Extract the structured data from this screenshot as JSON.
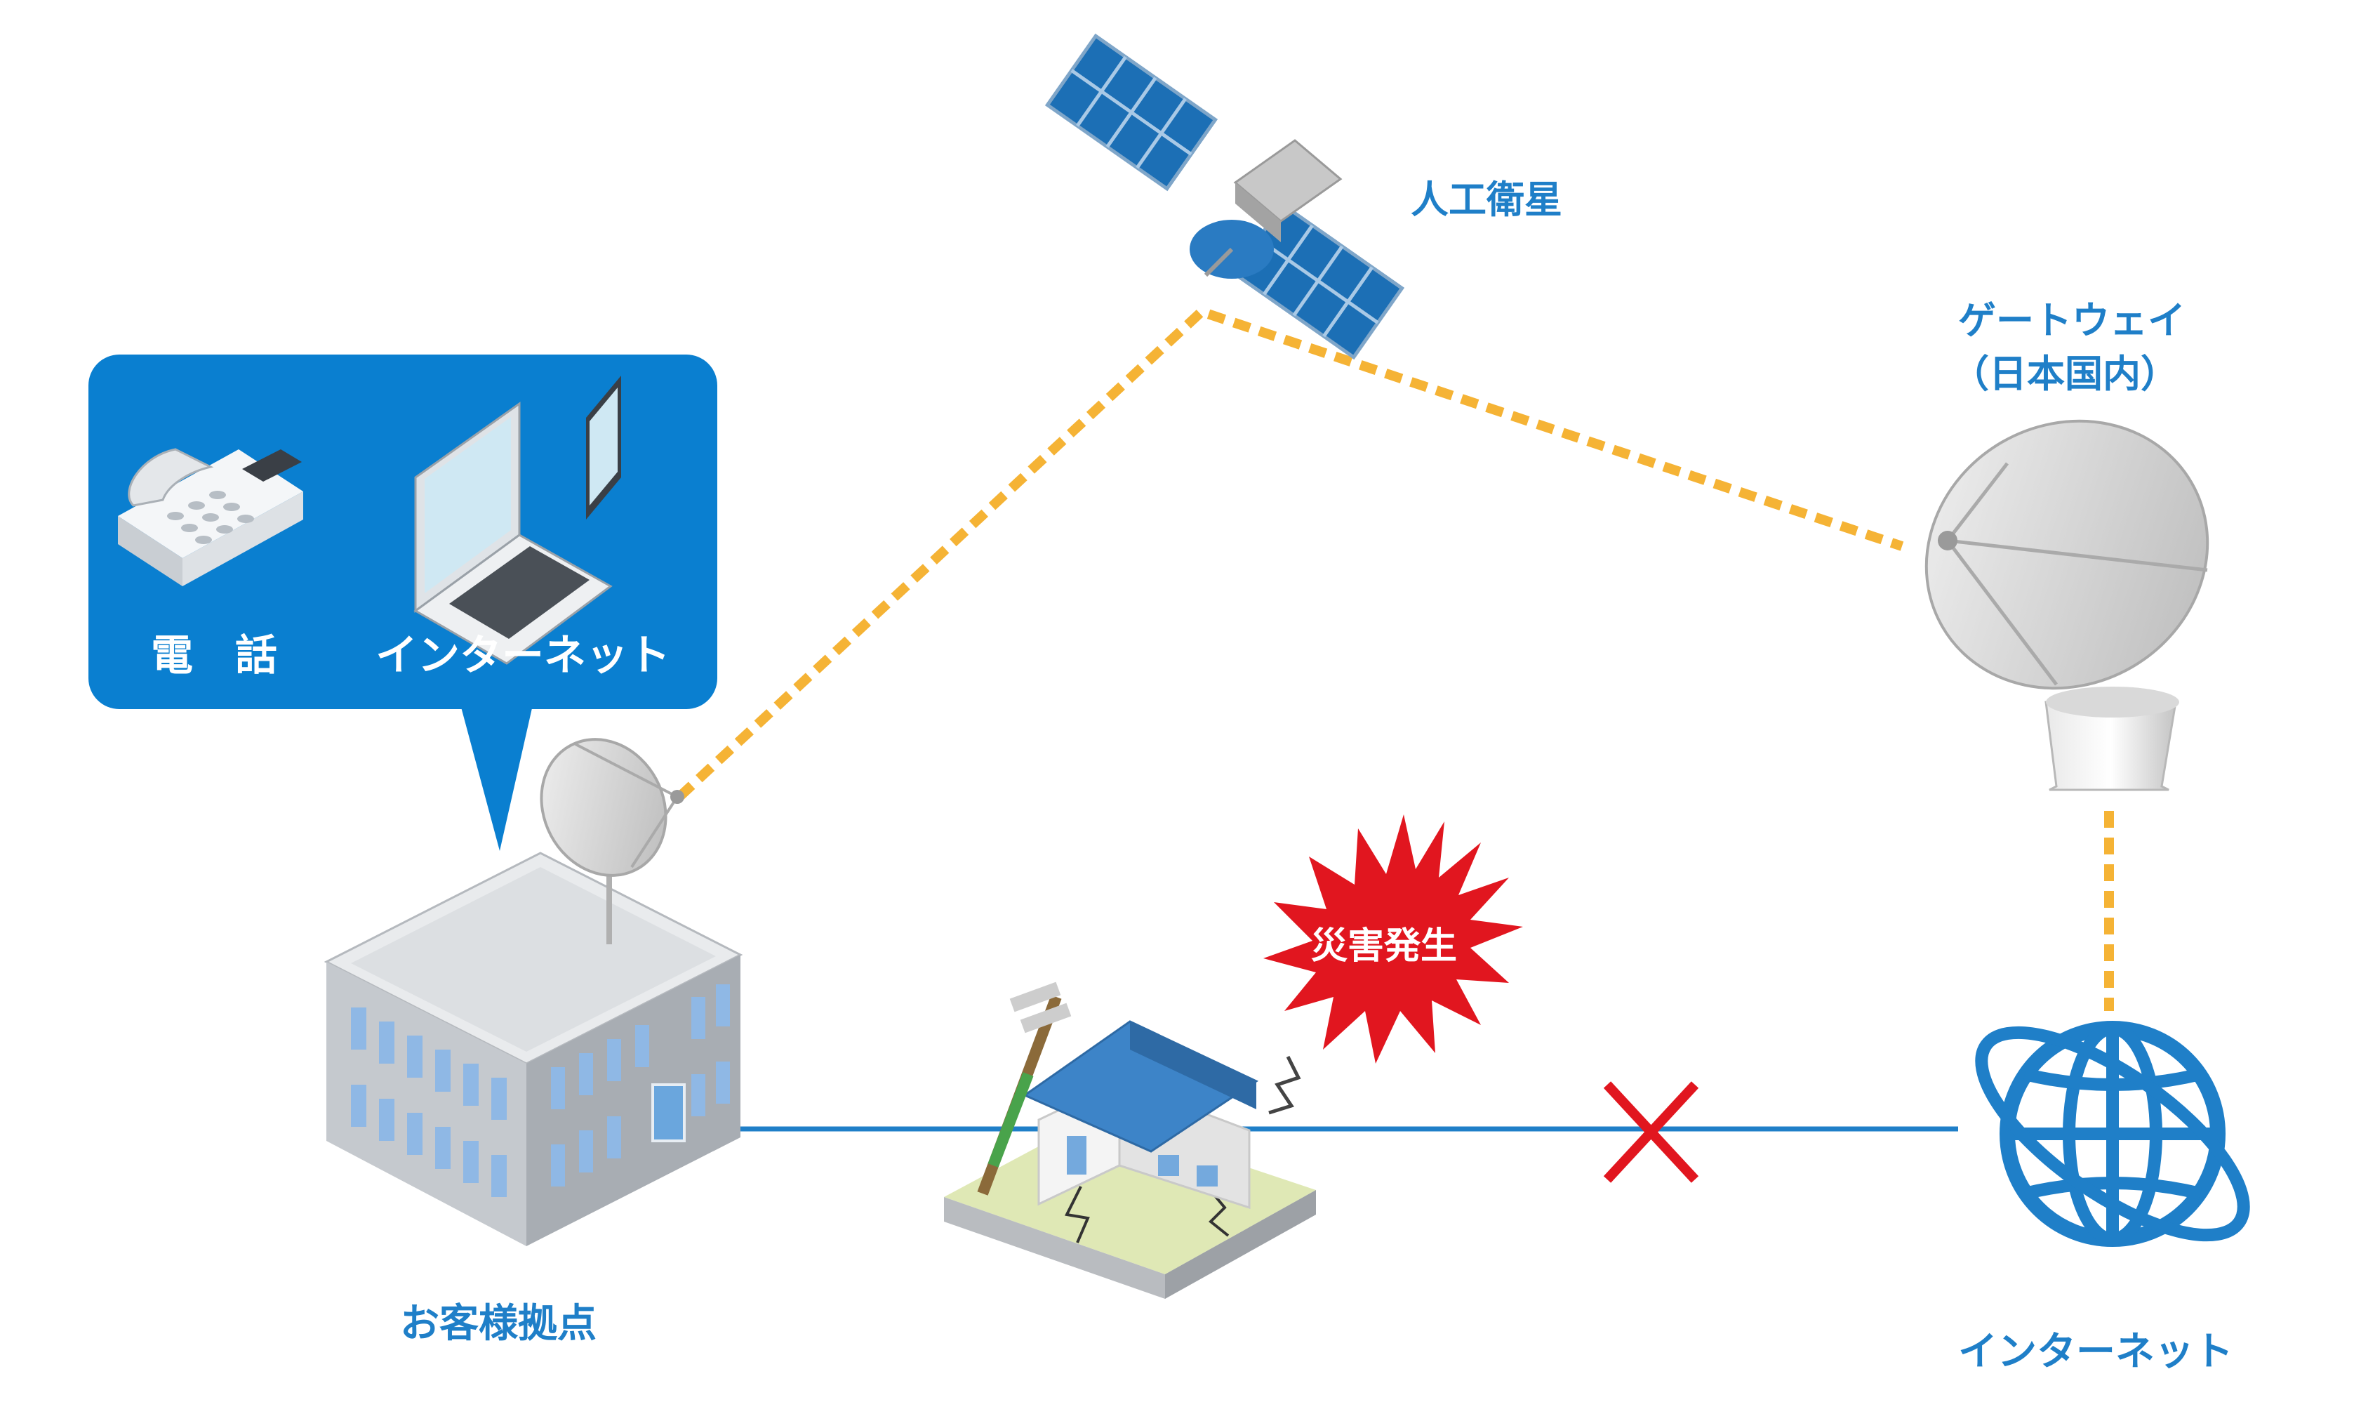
{
  "labels": {
    "satellite": "人工衛星",
    "gateway_line1": "ゲートウェイ",
    "gateway_line2": "（日本国内）",
    "customer_site": "お客様拠点",
    "internet": "インターネット",
    "disaster": "災害発生"
  },
  "bubble": {
    "phone_label": "電　話",
    "internet_label": "インターネット"
  },
  "icons": [
    "telephone-icon",
    "laptop-icon",
    "smartphone-icon",
    "satellite-icon",
    "parabolic-dish-icon",
    "globe-icon",
    "building-icon",
    "damaged-house-icon",
    "disconnect-x-icon",
    "burst-icon"
  ],
  "colors": {
    "brand_blue": "#0a7fd0",
    "label_blue": "#1f7fc8",
    "link_orange": "#f5b335",
    "line_blue": "#1f7fc8",
    "alert_red": "#e1161f"
  }
}
